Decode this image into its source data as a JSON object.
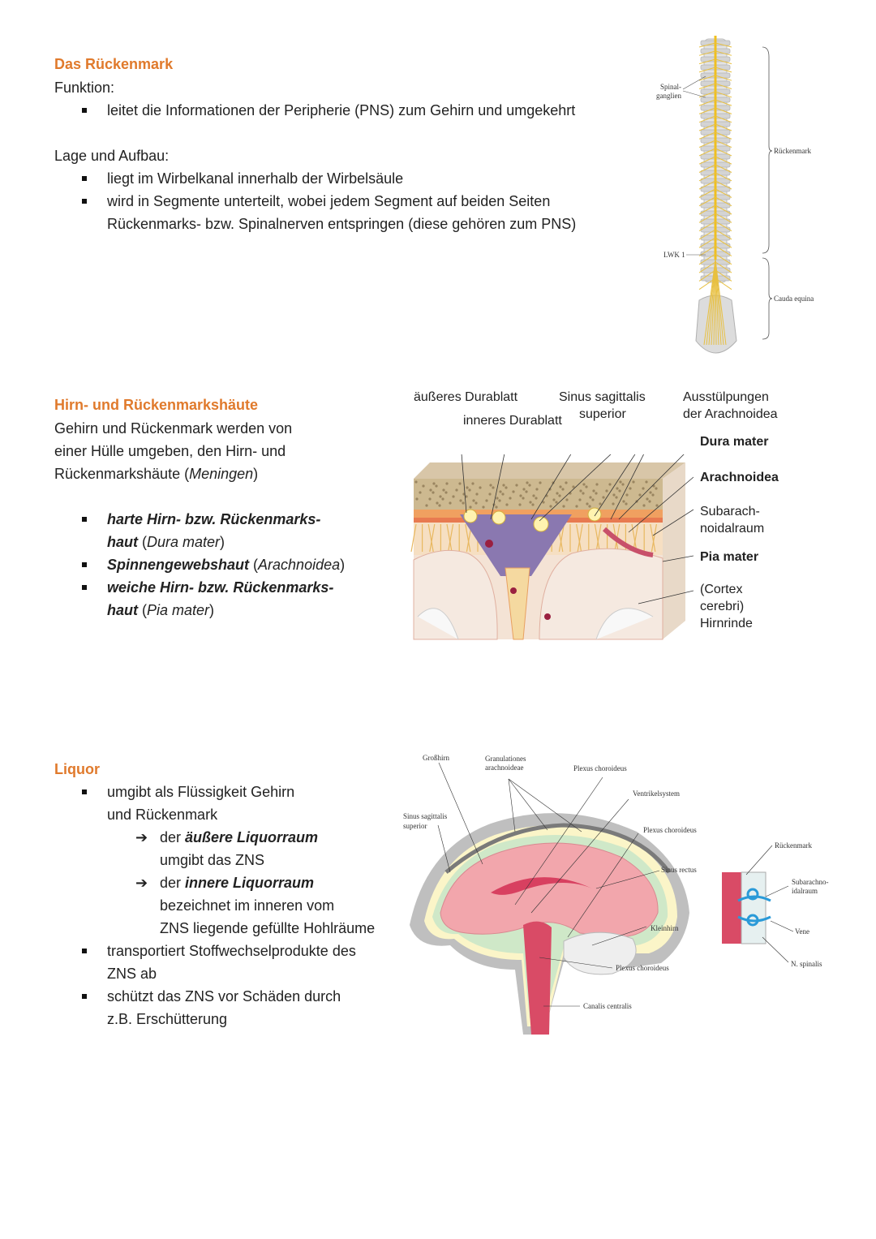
{
  "s1": {
    "title": "Das Rückenmark",
    "funktion_label": "Funktion:",
    "funktion_items": [
      "leitet die Informationen der Peripherie (PNS) zum Gehirn und umgekehrt"
    ],
    "lage_label": "Lage und Aufbau:",
    "lage_items": [
      "liegt im Wirbelkanal innerhalb der Wirbelsäule",
      "wird in Segmente unterteilt, wobei jedem Segment auf beiden Seiten",
      "Rückenmarks- bzw. Spinalnerven entspringen (diese gehören zum PNS)"
    ],
    "fig": {
      "spinalganglien": [
        "Spinal-",
        "ganglien"
      ],
      "rueckenmark": "Rückenmark",
      "lwk": "LWK 1",
      "cauda": "Cauda equina"
    }
  },
  "s2": {
    "title": "Hirn- und Rückenmarkshäute",
    "intro": [
      "Gehirn und Rückenmark werden von",
      "einer Hülle umgeben, den Hirn- und",
      "Rückenmarkshäute ("
    ],
    "intro_italic": "Meningen",
    "intro_end": ")",
    "items": [
      {
        "bold": "harte Hirn- bzw. Rückenmarks-",
        "bold2": "haut",
        "rest": " (",
        "italic": "Dura mater",
        "end": ")"
      },
      {
        "bold": "Spinnengewebshaut",
        "rest": " (",
        "italic": "Arachnoidea",
        "end": ")"
      },
      {
        "bold": "weiche Hirn- bzw. Rückenmarks-",
        "bold2": "haut",
        "rest": " (",
        "italic": "Pia mater",
        "end": ")"
      }
    ],
    "fig": {
      "aeusseres": "äußeres Durablatt",
      "inneres": "inneres Durablatt",
      "sinus1": "Sinus sagittalis",
      "sinus2": "superior",
      "ausst1": "Ausstülpungen",
      "ausst2": "der Arachnoidea",
      "dura": "Dura mater",
      "arach": "Arachnoidea",
      "sub1": "Subarach-",
      "sub2": "noidalraum",
      "pia": "Pia mater",
      "cortex1": "(Cortex",
      "cortex2": "cerebri)",
      "cortex3": "Hirnrinde"
    }
  },
  "s3": {
    "title": "Liquor",
    "i1a": "umgibt als Flüssigkeit Gehirn",
    "i1b": "und Rückenmark",
    "a1pre": "der ",
    "a1bold": "äußere Liquorraum",
    "a1b": "umgibt das ZNS",
    "a2pre": "der ",
    "a2bold": "innere Liquorraum",
    "a2b": "bezeichnet im inneren vom",
    "a2c": "ZNS liegende gefüllte Hohlräume",
    "i2a": "transportiert Stoffwechselprodukte des",
    "i2b": "ZNS ab",
    "i3a": "schützt das ZNS vor Schäden durch",
    "i3b": "z.B. Erschütterung",
    "fig": {
      "grosshirn": "Großhirn",
      "gran1": "Granulationes",
      "gran2": "arachnoideae",
      "plexus1": "Plexus choroideus",
      "ventrikel": "Ventrikelsystem",
      "sinus1": "Sinus sagittalis",
      "sinus2": "superior",
      "plexus2": "Plexus choroideus",
      "sinusrectus": "Sinus rectus",
      "kleinhirn": "Kleinhirn",
      "plexus3": "Plexus choroideus",
      "canalis": "Canalis centralis",
      "rm": "Rückenmark",
      "subarach1": "Subarachno-",
      "subarach2": "idalraum",
      "vene": "Vene",
      "nspinalis": "N. spinalis"
    }
  }
}
